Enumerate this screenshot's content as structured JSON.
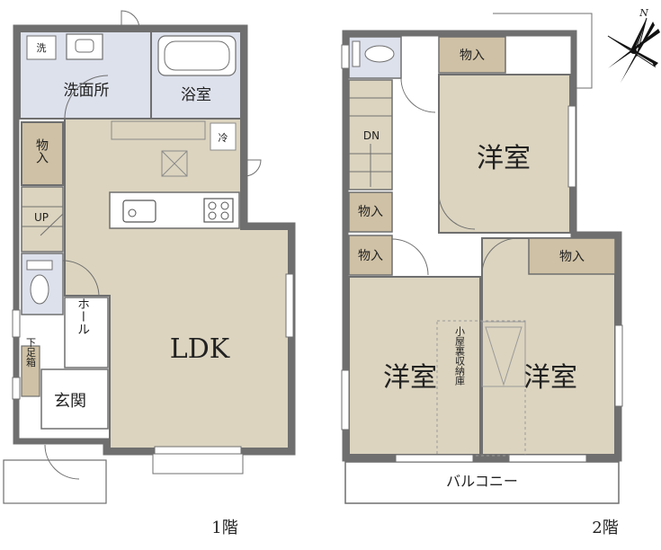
{
  "floor1": {
    "floor_label": "1階",
    "rooms": {
      "washroom": "洗面所",
      "bath": "浴室",
      "ldk": "LDK",
      "storage": "物入",
      "hall": "ホール",
      "entrance": "玄関",
      "shoe_box": "下足箱",
      "stairs_up": "UP"
    },
    "fixtures": {
      "washer": "洗",
      "fridge": "冷"
    }
  },
  "floor2": {
    "floor_label": "2階",
    "rooms": {
      "western_room_ne": "洋室",
      "western_room_sw": "洋室",
      "western_room_se": "洋室",
      "storage_top": "物入",
      "storage_se": "物入",
      "storage_left_1": "物入",
      "storage_left_2": "物入",
      "balcony": "バルコニー",
      "attic_storage": "小屋裏収納庫",
      "stairs_down": "DN"
    }
  },
  "compass": {
    "north": "N"
  },
  "colors": {
    "wall": "#6f6f6f",
    "floor_wood": "#dcd4bf",
    "wet_area": "#dde1ec",
    "storage": "#cfc1a5",
    "white_floor": "#ffffff"
  }
}
